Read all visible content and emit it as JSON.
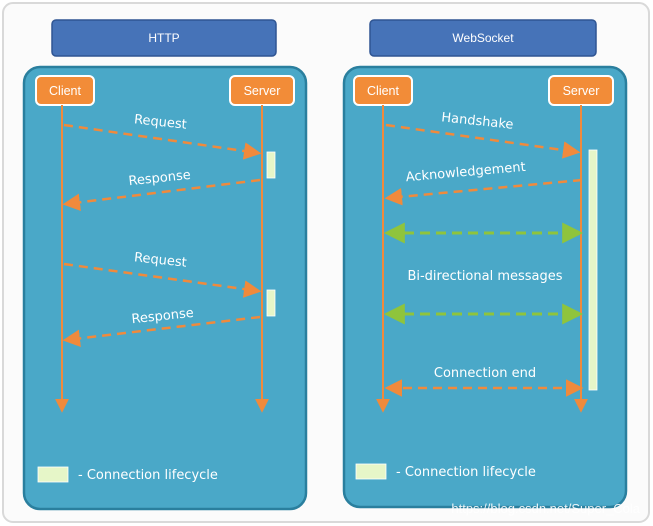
{
  "http": {
    "title": "HTTP",
    "client": "Client",
    "server": "Server",
    "messages": [
      "Request",
      "Response",
      "Request",
      "Response"
    ],
    "legend": "- Connection lifecycle"
  },
  "websocket": {
    "title": "WebSocket",
    "client": "Client",
    "server": "Server",
    "handshake": "Handshake",
    "acknowledgement": "Acknowledgement",
    "bidirectional": "Bi-directional messages",
    "connection_end": "Connection end",
    "legend": "- Connection lifecycle"
  },
  "watermark": "https://blog.csdn.net/Super_Cola",
  "colors": {
    "panel_fill": "#4aa8c8",
    "panel_border": "#2a7f9e",
    "header_fill": "#4673b8",
    "node_fill": "#f28c38",
    "lifeline": "#f08a3c",
    "dashed_orange": "#f08a3c",
    "dashed_green": "#8fc43c",
    "lifecycle_bar": "#e6f6c8"
  }
}
